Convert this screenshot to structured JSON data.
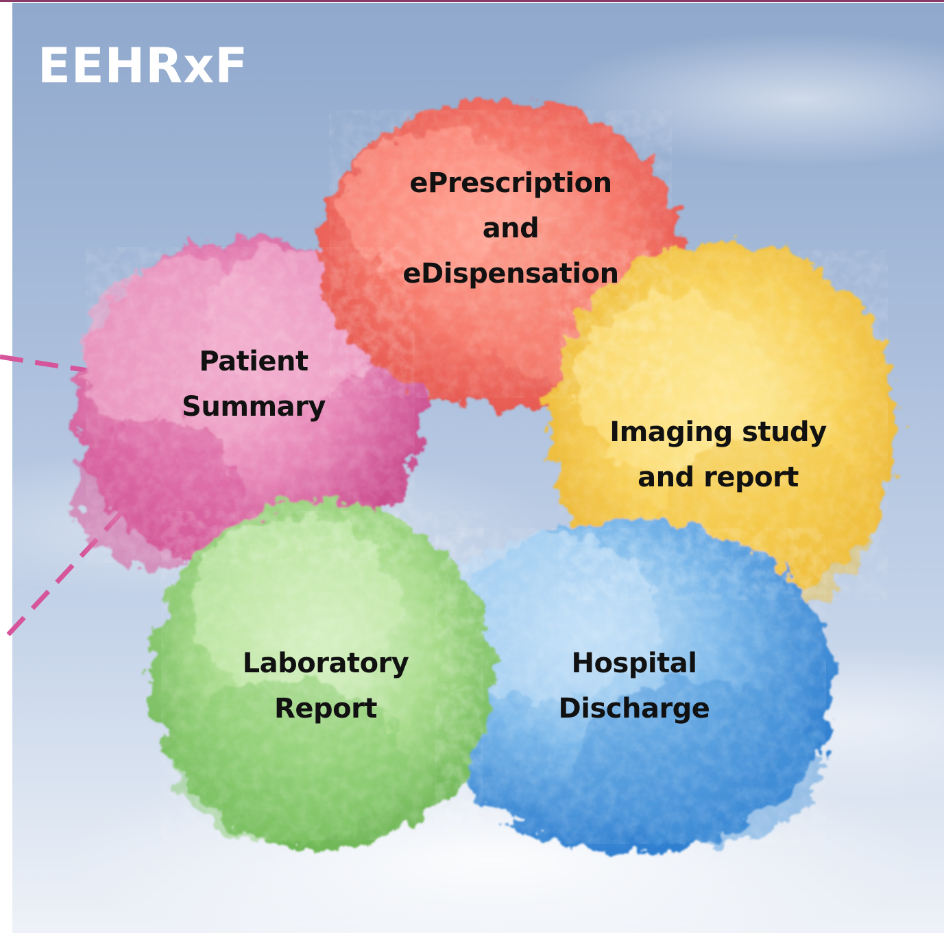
{
  "title": "EEHRxF",
  "clouds": {
    "eprescription": "ePrescription\nand\neDispensation",
    "patient_summary": "Patient\nSummary",
    "imaging": "Imaging study\nand report",
    "laboratory": "Laboratory\nReport",
    "hospital": "Hospital\nDischarge"
  },
  "colors": {
    "accent_line": "#d6559a",
    "top_rule": "#8a3a66",
    "title_text": "#ffffff",
    "label_text": "#111111",
    "cloud_red": "#f26a5e",
    "cloud_pink": "#e27aae",
    "cloud_yellow": "#f5c84a",
    "cloud_green": "#9bd27a",
    "cloud_blue": "#5aa4e4"
  }
}
